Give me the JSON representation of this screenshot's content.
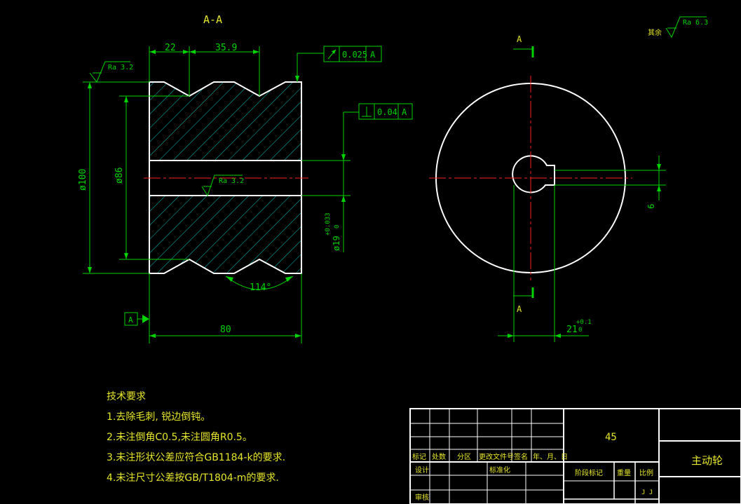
{
  "section_title": "A-A",
  "section_marks": {
    "top": "A",
    "bottom": "A"
  },
  "dims": {
    "d22": "22",
    "d35_9": "35.9",
    "d80": "80",
    "d100": "ø100",
    "d86": "ø86",
    "d19": "ø19",
    "d19_tol_upper": "+0.033",
    "d19_tol_lower": "0",
    "angle": "114°",
    "key_w": "6",
    "key_h": "21",
    "key_h_tol_upper": "+0.1",
    "key_h_tol_lower": "0"
  },
  "roughness": {
    "top_left": "Ra 3.2",
    "bore": "Ra 3.2",
    "rest_label": "其余",
    "rest_value": "Ra 6.3"
  },
  "tolerances": {
    "runout_value": "0.025",
    "runout_datum": "A",
    "perp_value": "0.04",
    "perp_datum": "A",
    "datum_label": "A"
  },
  "tech_requirements": {
    "title": "技术要求",
    "items": [
      "1.去除毛刺, 锐边倒钝。",
      "2.未注倒角C0.5,未注圆角R0.5。",
      "3.未注形状公差应符合GB1184-k的要求.",
      "4.未注尺寸公差按GB/T1804-m的要求."
    ]
  },
  "title_block": {
    "material": "45",
    "part_name": "主动轮",
    "headers": [
      "标记",
      "处数",
      "分区",
      "更改文件号",
      "签名",
      "年、月、日"
    ],
    "design": "设计",
    "standardize": "标准化",
    "review": "审核",
    "stage_mark": "阶段标记",
    "weight": "重量",
    "scale": "比例",
    "scale_marks": "J J"
  },
  "colors": {
    "outline": "#ffffff",
    "dimension": "#00d400",
    "hatch": "#00c8c8",
    "center": "#ff2020",
    "text": "#e6e62a"
  }
}
